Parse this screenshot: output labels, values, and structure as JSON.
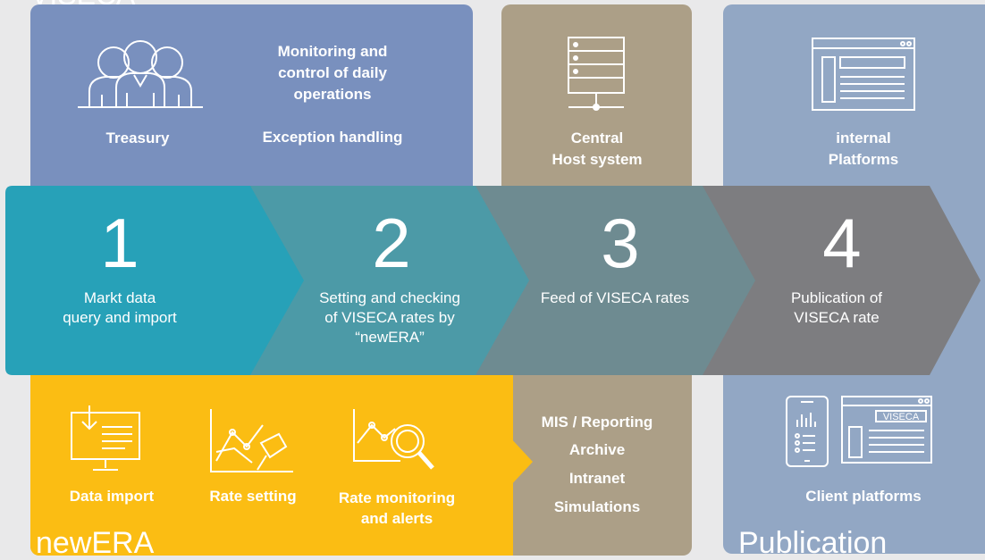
{
  "top_label": "VISECA",
  "treasury": {
    "title": "Treasury",
    "tasks": [
      "Monitoring and",
      "control of daily",
      "operations"
    ],
    "exception": "Exception handling"
  },
  "host": {
    "line1": "Central",
    "line2": "Host system"
  },
  "platforms": {
    "line1": "internal",
    "line2": "Platforms",
    "client": "Client platforms",
    "footer": "Publication",
    "screen_label": "VISECA"
  },
  "steps": [
    {
      "number": "1",
      "line1": "Markt data",
      "line2": "query and import",
      "line3": "",
      "color": "#27a1b8"
    },
    {
      "number": "2",
      "line1": "Setting and checking",
      "line2": "of VISECA rates by",
      "line3": "“newERA”",
      "color": "#4c9aa7"
    },
    {
      "number": "3",
      "line1": "Feed of VISECA rates",
      "line2": "",
      "line3": "",
      "color": "#6e8b91"
    },
    {
      "number": "4",
      "line1": "Publication of",
      "line2": "VISECA rate",
      "line3": "",
      "color": "#7d7d80"
    }
  ],
  "newera": {
    "footer": "newERA",
    "import_label": "Data import",
    "rate_label": "Rate setting",
    "monitor_line1": "Rate monitoring",
    "monitor_line2": "and alerts"
  },
  "reporting": [
    "MIS / Reporting",
    "Archive",
    "Intranet",
    "Simulations"
  ],
  "colors": {
    "treasury": "#7990be",
    "host": "#ac9f87",
    "platforms": "#92a7c4",
    "newera": "#fbbd13",
    "background": "#e9e9ea"
  }
}
